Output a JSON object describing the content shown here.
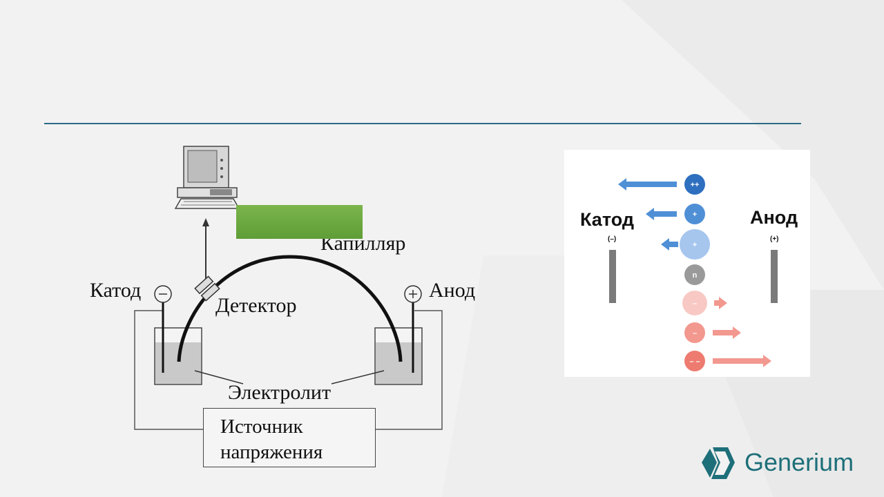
{
  "diagram": {
    "labels": {
      "capillary": "Капилляр",
      "cathode": "Катод",
      "anode": "Анод",
      "detector": "Детектор",
      "electrolyte": "Электролит",
      "source_line1": "Источник",
      "source_line2": "напряжения"
    }
  },
  "panel": {
    "cathode_label": "Катод",
    "anode_label": "Анод",
    "cathode_sign": "(–)",
    "anode_sign": "(+)",
    "ions": [
      {
        "symbol": "++",
        "color": "#2e6fbf"
      },
      {
        "symbol": "+",
        "color": "#4f8fd6"
      },
      {
        "symbol": "+",
        "color": "#a6c6ee"
      },
      {
        "symbol": "n",
        "color": "#9a9a9a"
      },
      {
        "symbol": "–",
        "color": "#f8c9c4"
      },
      {
        "symbol": "–",
        "color": "#f2988f"
      },
      {
        "symbol": "– –",
        "color": "#ee7b70"
      }
    ]
  },
  "brand": {
    "name": "Generium",
    "color": "#1d6f79"
  },
  "colors": {
    "rule": "#2b6b86",
    "green_box": "#6aa93f",
    "cation_arrow": "#4f8fd6",
    "anion_arrow": "#f2988f"
  }
}
